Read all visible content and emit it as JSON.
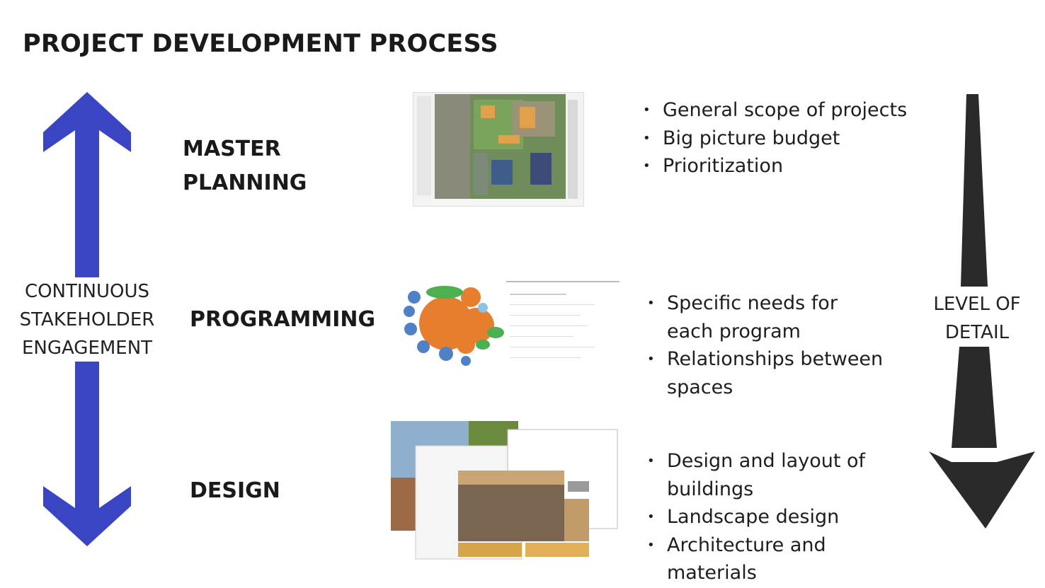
{
  "title": "PROJECT DEVELOPMENT PROCESS",
  "left_arrow": {
    "label_lines": [
      "CONTINUOUS",
      "STAKEHOLDER",
      "ENGAGEMENT"
    ],
    "color": "#3a45c4"
  },
  "right_arrow": {
    "label_lines": [
      "LEVEL OF",
      "DETAIL"
    ],
    "color": "#2a2a2a"
  },
  "stages": [
    {
      "name_lines": [
        "MASTER",
        "PLANNING"
      ],
      "image": "site-plan-map",
      "bullets": [
        "General scope of projects",
        "Big picture budget",
        "Prioritization"
      ]
    },
    {
      "name_lines": [
        "PROGRAMMING"
      ],
      "image": "bubble-diagram-and-program-table",
      "bullets": [
        "Specific needs for each program",
        "Relationships between spaces"
      ]
    },
    {
      "name_lines": [
        "DESIGN"
      ],
      "image": "design-renderings-collage",
      "bullets": [
        "Design and layout of buildings",
        "Landscape design",
        "Architecture and materials"
      ]
    }
  ]
}
